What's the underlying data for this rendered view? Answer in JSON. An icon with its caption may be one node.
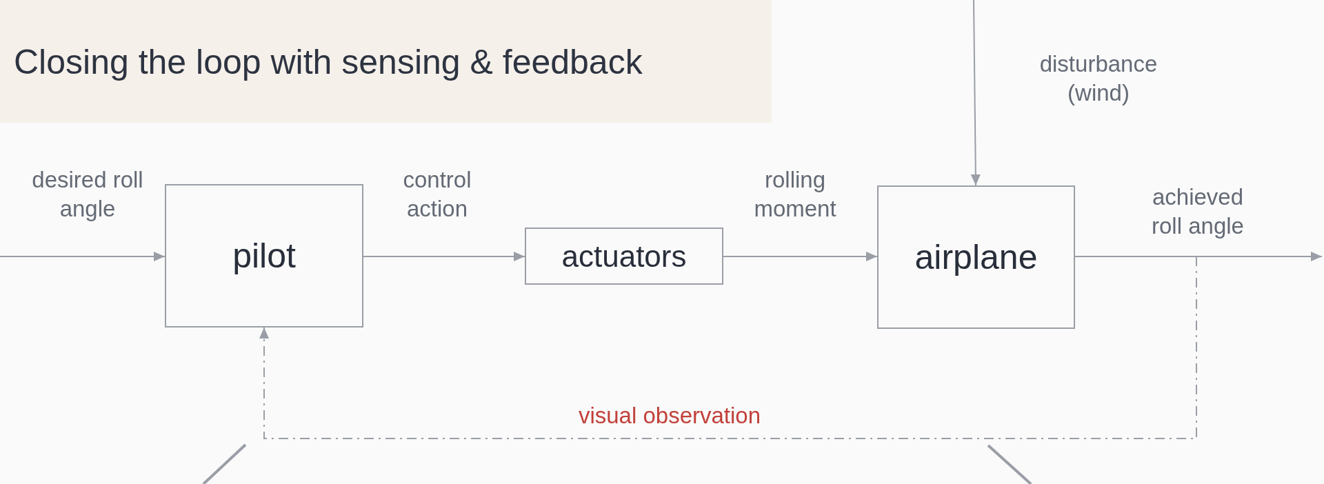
{
  "diagram": {
    "title": "Closing the loop with sensing & feedback",
    "nodes": [
      {
        "text": [
          "pilot"
        ]
      },
      {
        "text": [
          "actuators"
        ]
      },
      {
        "text": [
          "airplane"
        ]
      }
    ],
    "edges": [
      {
        "from": null,
        "to": 0,
        "arrow": "to",
        "label": "desired roll angle"
      },
      {
        "from": 0,
        "to": 1,
        "arrow": "to",
        "label": "control action"
      },
      {
        "from": 1,
        "to": 2,
        "arrow": "to",
        "label": "rolling moment"
      },
      {
        "from": null,
        "to": 2,
        "arrow": "to",
        "label": "disturbance (wind)"
      },
      {
        "from": 2,
        "to": null,
        "arrow": "to",
        "label": "achieved roll angle"
      },
      {
        "from": null,
        "to": 0,
        "arrow": "to",
        "label": "visual observation",
        "style": "dashed"
      }
    ]
  }
}
